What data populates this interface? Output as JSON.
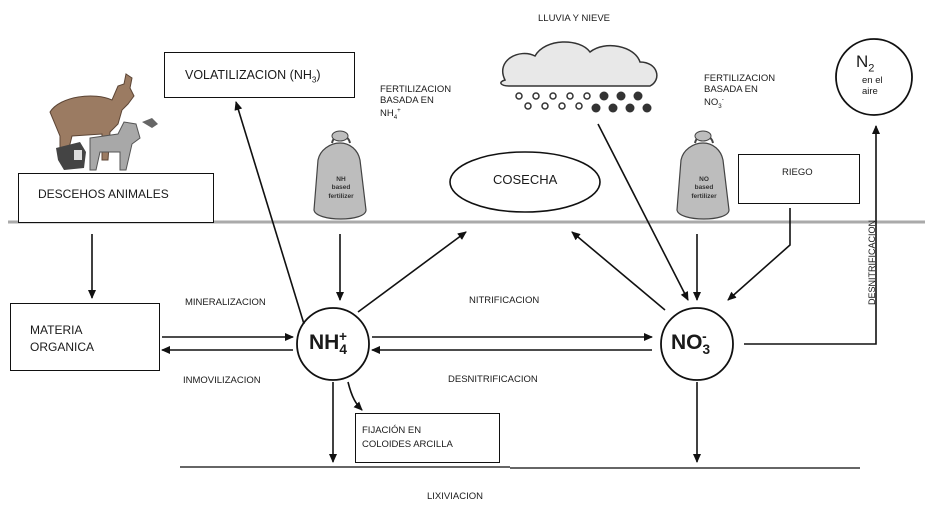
{
  "labels": {
    "volatilization": "VOLATILIZACION (NH",
    "volatilization_sub": "3",
    "volatilization_close": ")",
    "fert_nh4_line1": "FERTILIZACION",
    "fert_nh4_line2": "BASADA EN",
    "fert_nh4_line3": "NH",
    "fert_nh4_sub": "4",
    "fert_nh4_sup": "+",
    "rain": "LLUVIA Y NIEVE",
    "fert_no3_line1": "FERTILIZACION",
    "fert_no3_line2": "BASADA EN",
    "fert_no3_line3": "NO",
    "fert_no3_sub": "3",
    "fert_no3_sup": "-",
    "n2_main": "N",
    "n2_sub": "2",
    "n2_line2": "en el",
    "n2_line3": "aire",
    "animal_waste": "DESCEHOS ANIMALES",
    "harvest": "COSECHA",
    "irrigation": "RIEGO",
    "organic_matter_line1": "MATERIA",
    "organic_matter_line2": "ORGANICA",
    "mineralization": "MINERALIZACION",
    "immobilization": "INMOVILIZACION",
    "nitrification": "NITRIFICACION",
    "denitrification": "DESNITRIFICACION",
    "denitrification_vertical": "DESNITRIFICACION",
    "fixation_line1": "FIJACIÓN EN",
    "fixation_line2": "COLOIDES  ARCILLA",
    "leaching": "LIXIVIACION",
    "nh4_node": "NH",
    "nh4_sub": "4",
    "nh4_sup": "+",
    "no3_node": "NO",
    "no3_sub": "3",
    "no3_sup": "-",
    "bag_text_line1": "NH",
    "bag_text_line2": "based",
    "bag_text_line3": "fertilizer",
    "bag2_text_line1": "NO",
    "bag2_text_line2": "based",
    "bag2_text_line3": "fertilizer"
  },
  "icons": [
    "animals-icon",
    "fertilizer-bag-icon",
    "rain-cloud-icon"
  ]
}
